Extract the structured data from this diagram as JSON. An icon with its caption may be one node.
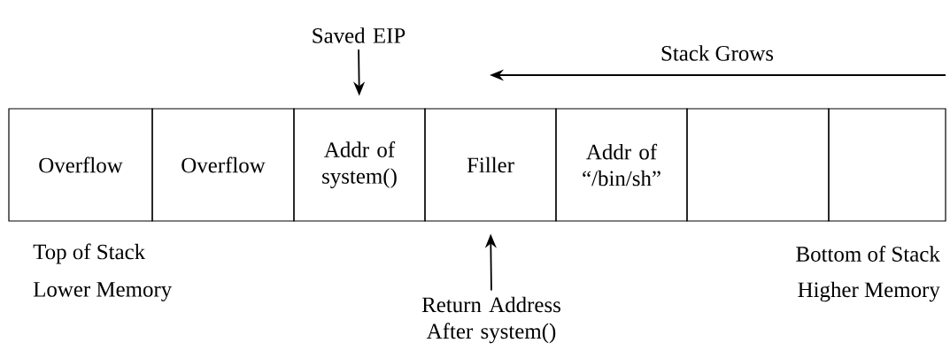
{
  "diagram": {
    "nodes": [
      {
        "text": [
          "Overflow"
        ]
      },
      {
        "text": [
          "Overflow"
        ]
      },
      {
        "text": [
          "Addr of system()"
        ]
      },
      {
        "text": [
          "Filler"
        ]
      },
      {
        "text": [
          "Addr of “/bin/sh”"
        ]
      },
      {
        "text": [],
        "shape": "box"
      },
      {
        "text": [],
        "shape": "box"
      },
      {
        "text": [
          "Saved EIP"
        ]
      },
      {
        "text": [
          "Return Address After system()"
        ]
      }
    ],
    "edges": [
      {
        "from": 7,
        "to": 2,
        "arrow": "to"
      },
      {
        "from": 8,
        "to": 3,
        "arrow": "to"
      }
    ],
    "labels": [
      "Stack Grows",
      "Top of Stack",
      "Lower Memory",
      "Bottom of Stack",
      "Higher Memory"
    ]
  }
}
